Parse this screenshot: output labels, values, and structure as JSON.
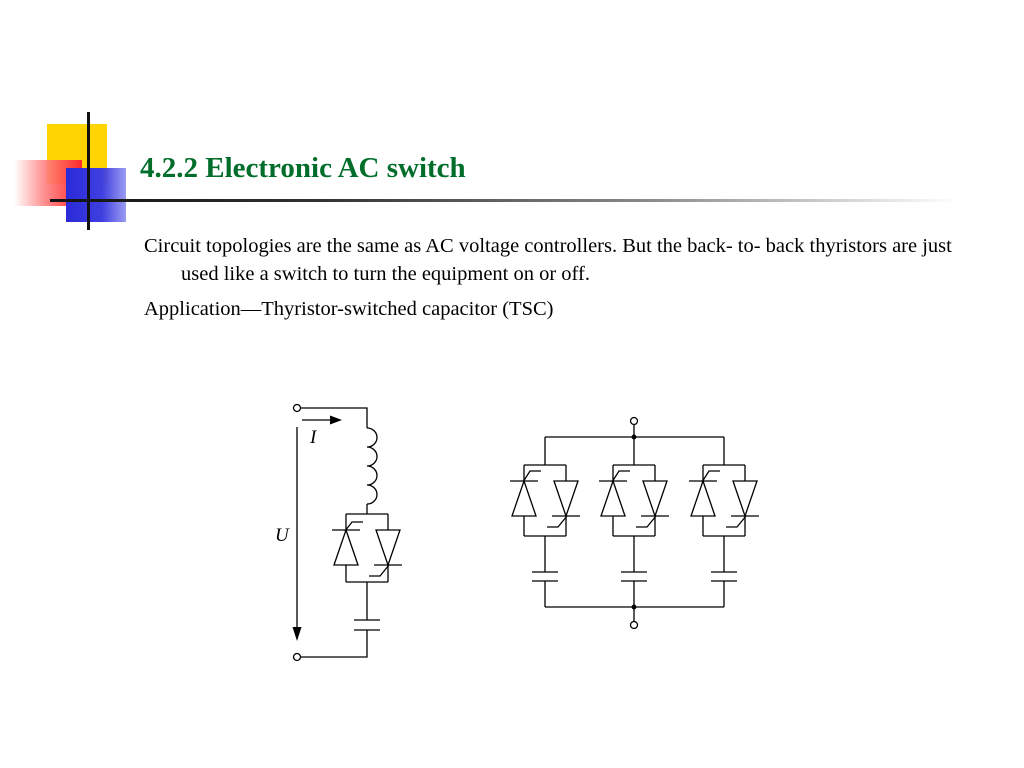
{
  "slide": {
    "title": "4.2.2 Electronic AC switch",
    "paragraph1": "Circuit topologies are the same as AC voltage controllers. But the back- to- back thyristors are just used like a switch to turn the equipment on or off.",
    "paragraph2": "Application―Thyristor-switched capacitor (TSC)"
  },
  "diagram": {
    "current_label": "I",
    "voltage_label": "U"
  }
}
